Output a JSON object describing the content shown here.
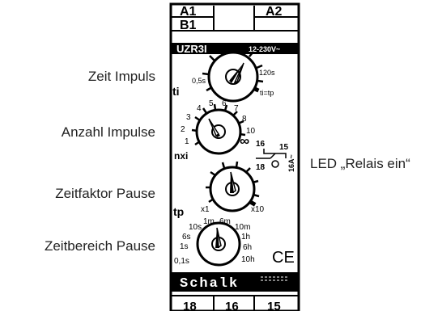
{
  "callouts": {
    "zeit_impuls": "Zeit Impuls",
    "anzahl_impulse": "Anzahl Impulse",
    "zeitfaktor_pause": "Zeitfaktor Pause",
    "zeitbereich_pause": "Zeitbereich Pause",
    "led_relais": "LED „Relais ein“"
  },
  "device": {
    "top_terminals": {
      "a1": "A1",
      "b1": "B1",
      "a2": "A2"
    },
    "model": "UZR3I",
    "voltage": "12-230V~",
    "bottom_terminals": [
      "18",
      "16",
      "15"
    ],
    "brand": "Schalk",
    "ce_mark": "CE"
  },
  "dial_ti": {
    "name": "ti",
    "min_label": "0,5s",
    "max_label": "120s",
    "end_label": "ti=tp"
  },
  "dial_nxi": {
    "name": "nxi",
    "scale": [
      "1",
      "2",
      "3",
      "4",
      "5",
      "6",
      "7",
      "8",
      "10",
      "∞"
    ]
  },
  "relay": {
    "contact_top_left": "16",
    "contact_top_right": "15",
    "contact_bottom": "18",
    "rating": "16A~"
  },
  "dial_tp": {
    "name": "tp",
    "min_label": "x1",
    "max_label": "x10"
  },
  "dial_range": {
    "scale": [
      "0,1s",
      "1s",
      "6s",
      "10s",
      "1m",
      "6m",
      "10m",
      "1h",
      "6h",
      "10h"
    ]
  }
}
